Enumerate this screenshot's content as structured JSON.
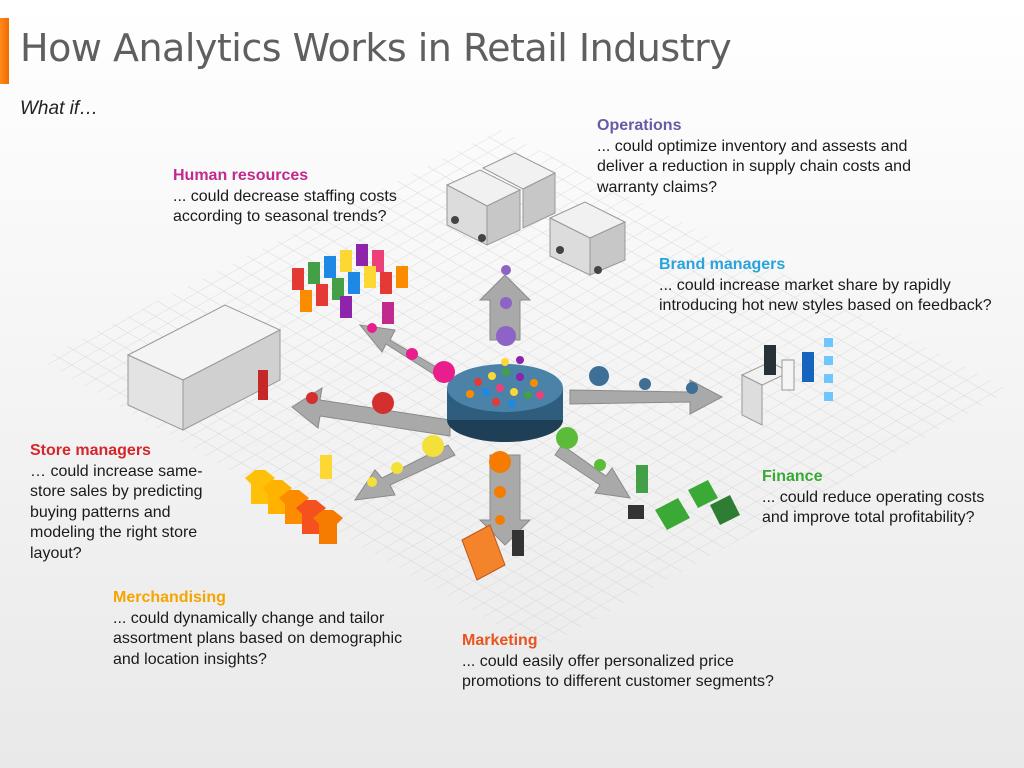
{
  "title": "How Analytics Works in Retail Industry",
  "subtitle": "What if…",
  "colors": {
    "accent": "#f26a00",
    "operations": "#6a5aa6",
    "brand": "#2aa3dc",
    "finance": "#39a935",
    "marketing": "#e8531e",
    "merchandising": "#f6a500",
    "store": "#d6262c",
    "hr": "#c2298e",
    "hub": "#2f5d7e"
  },
  "blocks": {
    "operations": {
      "head": "Operations",
      "body": "... could optimize inventory and assests and deliver a reduction in supply chain costs and warranty claims?"
    },
    "human_resources": {
      "head": "Human resources",
      "body": "... could decrease staffing costs according to seasonal trends?"
    },
    "brand_managers": {
      "head": "Brand managers",
      "body": "... could increase market share by rapidly introducing hot new styles based on feedback?"
    },
    "store_managers": {
      "head": "Store managers",
      "body": "… could increase same-store sales by predicting buying patterns and modeling the right store layout?"
    },
    "finance": {
      "head": "Finance",
      "body": "... could reduce operating costs and improve total profitability?"
    },
    "merchandising": {
      "head": "Merchandising",
      "body": "... could dynamically change and tailor assortment plans based on demographic and location insights?"
    },
    "marketing": {
      "head": "Marketing",
      "body": "... could easily offer personalized price promotions to different customer segments?"
    }
  }
}
